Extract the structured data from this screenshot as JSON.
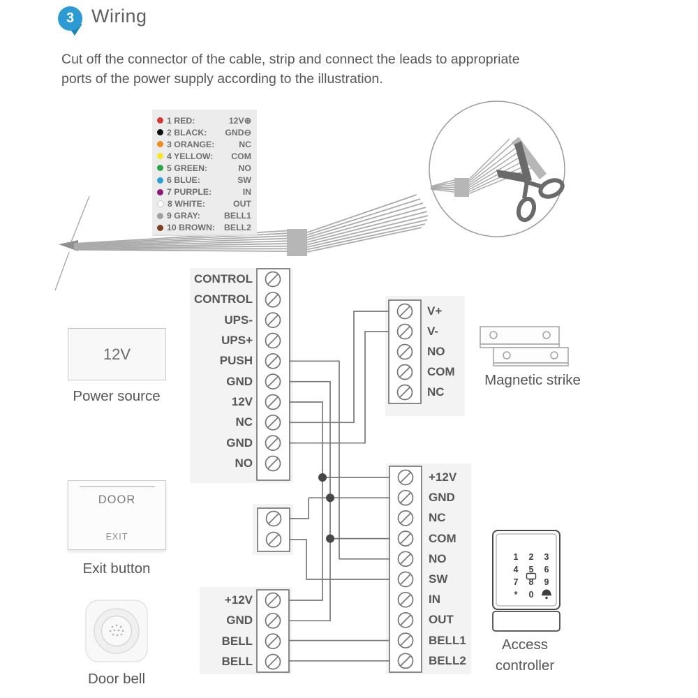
{
  "header": {
    "step_number": "3",
    "title": "Wiring",
    "badge_color": "#2d9bd3",
    "badge_tail_color": "#1d82b6"
  },
  "intro": {
    "line1": "Cut off the connector of the cable, strip and connect the leads to appropriate",
    "line2": "ports of the power supply according to the illustration."
  },
  "wire_legend": {
    "rows": [
      {
        "label": "1 RED:",
        "signal": "12V⊕",
        "dot": "#d23b2e"
      },
      {
        "label": "2 BLACK:",
        "signal": "GND⊖",
        "dot": "#111111"
      },
      {
        "label": "3 ORANGE:",
        "signal": "NC",
        "dot": "#ef8b1f"
      },
      {
        "label": "4 YELLOW:",
        "signal": "COM",
        "dot": "#f6e72a"
      },
      {
        "label": "5 GREEN:",
        "signal": "NO",
        "dot": "#2ca349"
      },
      {
        "label": "6 BLUE:",
        "signal": "SW",
        "dot": "#2a9fd8"
      },
      {
        "label": "7 PURPLE:",
        "signal": "IN",
        "dot": "#8d1a76"
      },
      {
        "label": "8 WHITE:",
        "signal": "OUT",
        "dot": "#ffffff"
      },
      {
        "label": "9 GRAY:",
        "signal": "BELL1",
        "dot": "#a0a0a0"
      },
      {
        "label": "10 BROWN:",
        "signal": "BELL2",
        "dot": "#7a3f1d"
      }
    ]
  },
  "power_supply_block": {
    "labels": [
      "CONTROL",
      "CONTROL",
      "UPS-",
      "UPS+",
      "PUSH",
      "GND",
      "12V",
      "NC",
      "GND",
      "NO"
    ]
  },
  "lock_block": {
    "labels": [
      "V+",
      "V-",
      "NO",
      "COM",
      "NC"
    ]
  },
  "controller_block": {
    "labels": [
      "+12V",
      "GND",
      "NC",
      "COM",
      "NO",
      "SW",
      "IN",
      "OUT",
      "BELL1",
      "BELL2"
    ]
  },
  "bell_block": {
    "labels": [
      "+12V",
      "GND",
      "BELL",
      "BELL"
    ]
  },
  "components": {
    "power_source": {
      "box_text": "12V",
      "label": "Power source"
    },
    "exit_button": {
      "line1": "DOOR",
      "line2": "EXIT",
      "label": "Exit button"
    },
    "door_bell": {
      "label": "Door bell"
    },
    "magnetic_strike": {
      "label": "Magnetic strike"
    },
    "access_controller": {
      "label_line1": "Access",
      "label_line2": "controller",
      "keypad_keys": [
        "1",
        "2",
        "3",
        "4",
        "5",
        "6",
        "7",
        "8",
        "9",
        "*",
        "0",
        "bell-icon"
      ]
    }
  },
  "colors": {
    "accent_blue": "#2d9bd3",
    "wire_line": "#787878",
    "strip_stroke": "#757575",
    "panel_bg": "#f3f3f3",
    "junction_dot": "#474747",
    "text": "#565656"
  }
}
